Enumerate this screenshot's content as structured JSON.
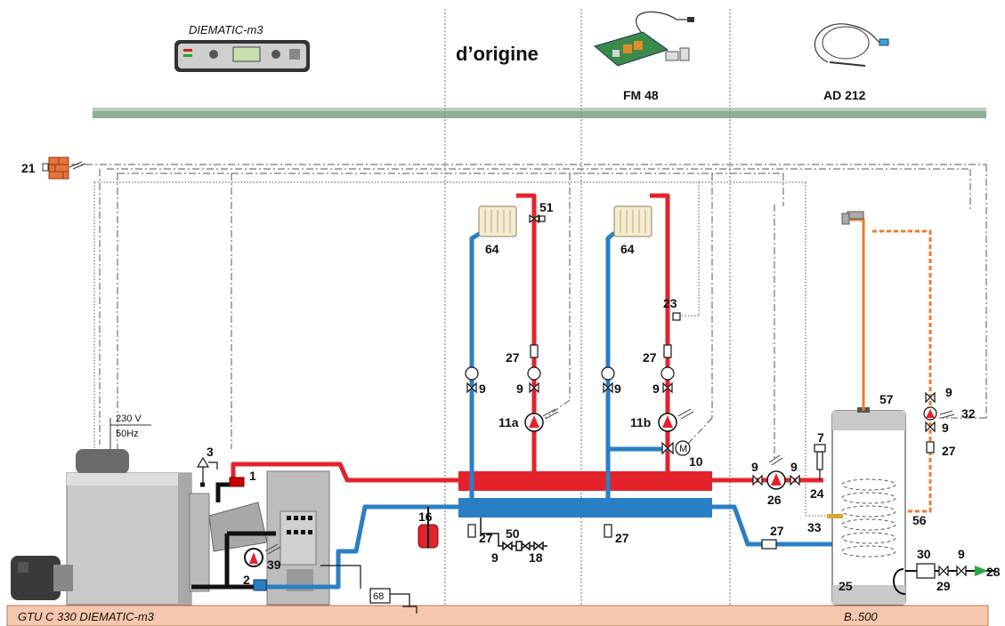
{
  "header": {
    "controller_label": "DIEMATIC-m3",
    "original_label": "d’origine",
    "module1_label": "FM 48",
    "module2_label": "AD 212"
  },
  "footer": {
    "boiler_label": "GTU C 330 DIEMATIC-m3",
    "tank_label": "B..500"
  },
  "power": {
    "voltage": "230 V",
    "frequency": "50Hz"
  },
  "components": {
    "c1": "1",
    "c2": "2",
    "c3": "3",
    "c7": "7",
    "c9": "9",
    "c10": "10",
    "c11a": "11a",
    "c11b": "11b",
    "c16": "16",
    "c18": "18",
    "c21": "21",
    "c23": "23",
    "c24": "24",
    "c25": "25",
    "c26": "26",
    "c27": "27",
    "c28": "28",
    "c29": "29",
    "c30": "30",
    "c32": "32",
    "c33": "33",
    "c39": "39",
    "c50": "50",
    "c51": "51",
    "c56": "56",
    "c57": "57",
    "c64": "64",
    "c68": "68"
  },
  "colors": {
    "hot": "#e3222b",
    "cold": "#2a7fc4",
    "dhw": "#f07a2a",
    "floor": "#f6c7ac",
    "bar": "#8fae96"
  }
}
